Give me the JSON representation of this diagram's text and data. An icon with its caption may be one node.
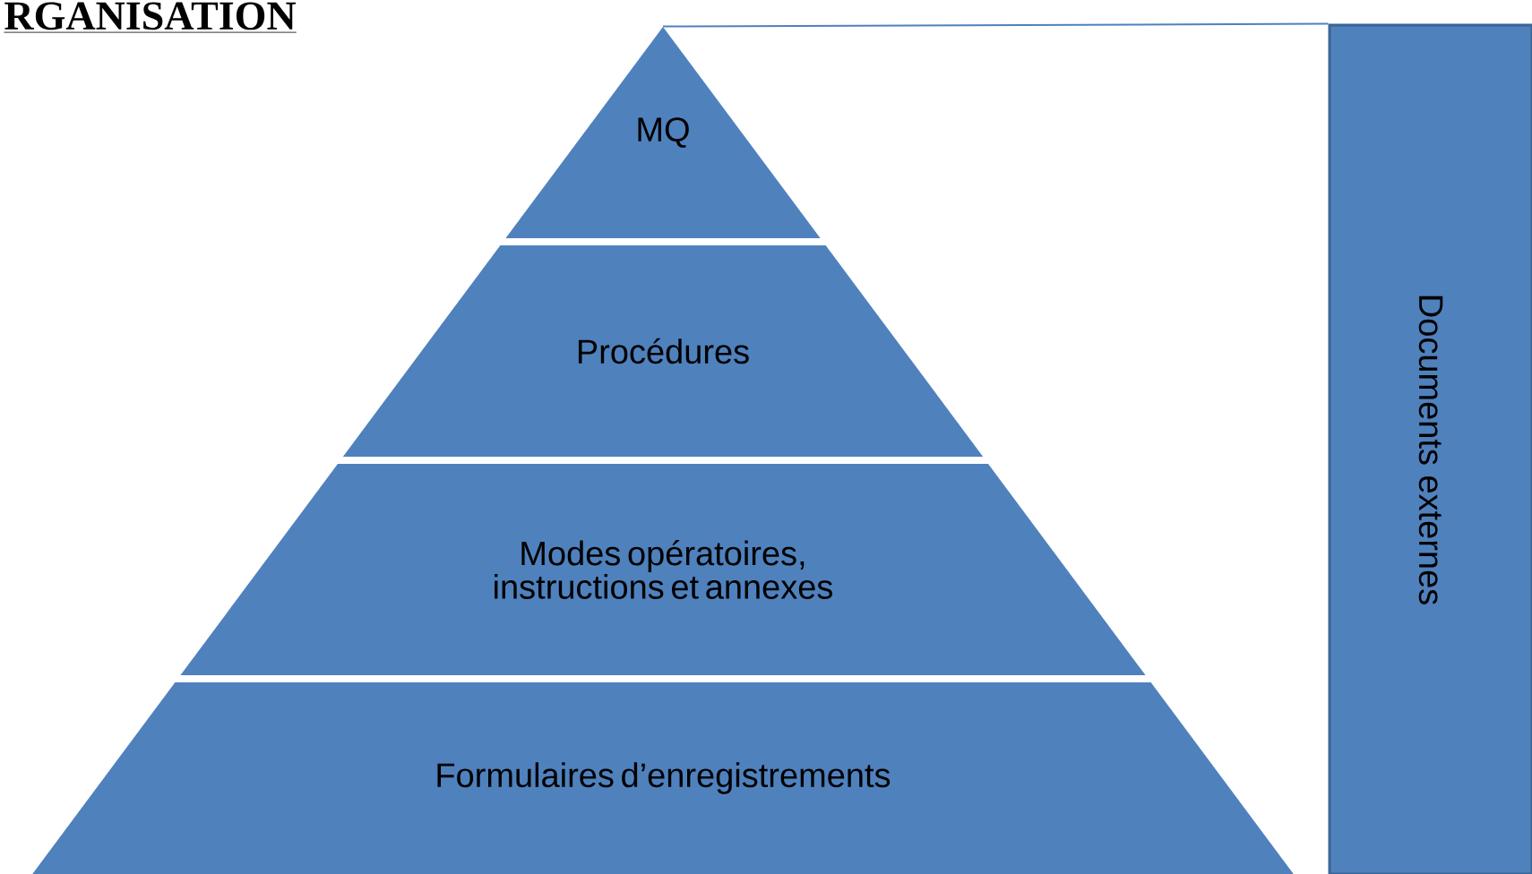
{
  "diagram": {
    "title": "RGANISATION",
    "nodes": [
      {
        "text": [
          "MQ"
        ]
      },
      {
        "text": [
          "Procédures"
        ]
      },
      {
        "text": [
          "Modes opératoires, instructions et annexes"
        ]
      },
      {
        "text": [
          "Formulaires d’enregistrements"
        ]
      },
      {
        "text": [
          "Documents externes"
        ]
      }
    ],
    "edges": [
      {
        "from": 0,
        "to": 4,
        "arrow": "none"
      }
    ]
  }
}
